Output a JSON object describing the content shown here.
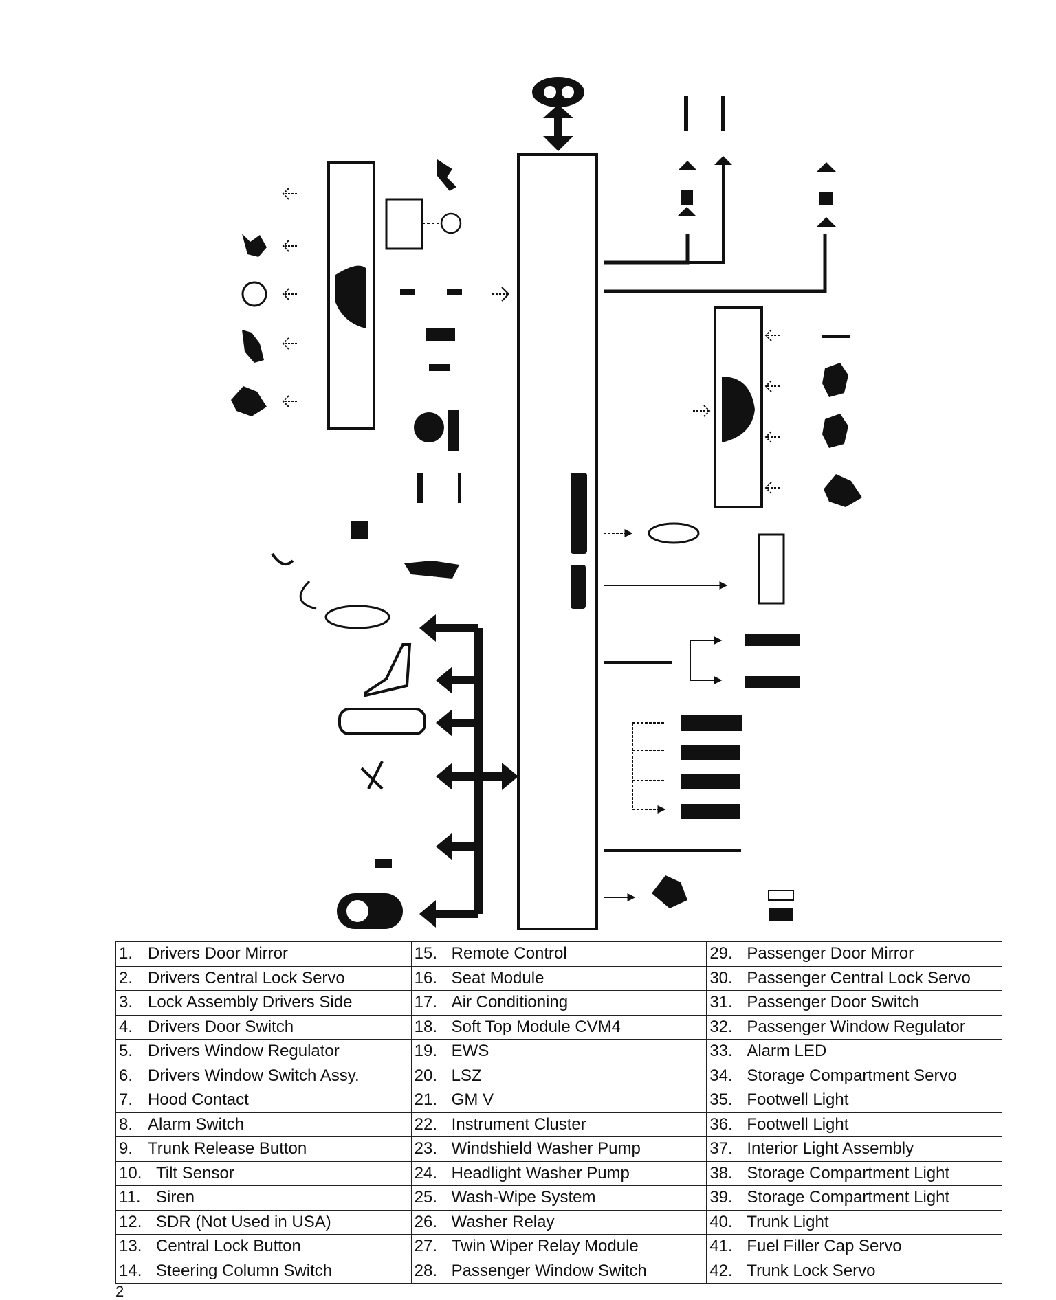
{
  "legend": {
    "columns": [
      [
        {
          "num": "1.",
          "label": "Drivers Door Mirror"
        },
        {
          "num": "2.",
          "label": "Drivers Central Lock Servo"
        },
        {
          "num": "3.",
          "label": "Lock Assembly Drivers Side"
        },
        {
          "num": "4.",
          "label": "Drivers Door Switch"
        },
        {
          "num": "5.",
          "label": "Drivers Window Regulator"
        },
        {
          "num": "6.",
          "label": "Drivers Window Switch Assy."
        },
        {
          "num": "7.",
          "label": "Hood Contact"
        },
        {
          "num": "8.",
          "label": "Alarm Switch"
        },
        {
          "num": "9.",
          "label": "Trunk Release Button"
        },
        {
          "num": "10.",
          "label": "Tilt Sensor"
        },
        {
          "num": "11.",
          "label": "Siren"
        },
        {
          "num": "12.",
          "label": "SDR (Not Used in USA)"
        },
        {
          "num": "13.",
          "label": "Central Lock Button"
        },
        {
          "num": "14.",
          "label": "Steering Column Switch"
        }
      ],
      [
        {
          "num": "15.",
          "label": "Remote Control"
        },
        {
          "num": "16.",
          "label": "Seat Module"
        },
        {
          "num": "17.",
          "label": "Air Conditioning"
        },
        {
          "num": "18.",
          "label": "Soft Top Module CVM4"
        },
        {
          "num": "19.",
          "label": "EWS"
        },
        {
          "num": "20.",
          "label": "LSZ"
        },
        {
          "num": "21.",
          "label": "GM V"
        },
        {
          "num": "22.",
          "label": "Instrument Cluster"
        },
        {
          "num": "23.",
          "label": "Windshield Washer Pump"
        },
        {
          "num": "24.",
          "label": "Headlight Washer Pump"
        },
        {
          "num": "25.",
          "label": "Wash-Wipe System"
        },
        {
          "num": "26.",
          "label": "Washer Relay"
        },
        {
          "num": "27.",
          "label": "Twin Wiper Relay Module"
        },
        {
          "num": "28.",
          "label": "Passenger Window Switch"
        }
      ],
      [
        {
          "num": "29.",
          "label": "Passenger Door Mirror"
        },
        {
          "num": "30.",
          "label": "Passenger Central Lock Servo"
        },
        {
          "num": "31.",
          "label": "Passenger Door Switch"
        },
        {
          "num": "32.",
          "label": "Passenger Window Regulator"
        },
        {
          "num": "33.",
          "label": "Alarm LED"
        },
        {
          "num": "34.",
          "label": "Storage Compartment Servo"
        },
        {
          "num": "35.",
          "label": "Footwell Light"
        },
        {
          "num": "36.",
          "label": "Footwell Light"
        },
        {
          "num": "37.",
          "label": "Interior Light Assembly"
        },
        {
          "num": "38.",
          "label": "Storage Compartment Light"
        },
        {
          "num": "39.",
          "label": "Storage Compartment Light"
        },
        {
          "num": "40.",
          "label": "Trunk Light"
        },
        {
          "num": "41.",
          "label": "Fuel Filler Cap Servo"
        },
        {
          "num": "42.",
          "label": "Trunk Lock Servo"
        }
      ]
    ]
  },
  "page_marker": "2",
  "colors": {
    "ink": "#111111",
    "background": "#ffffff"
  }
}
